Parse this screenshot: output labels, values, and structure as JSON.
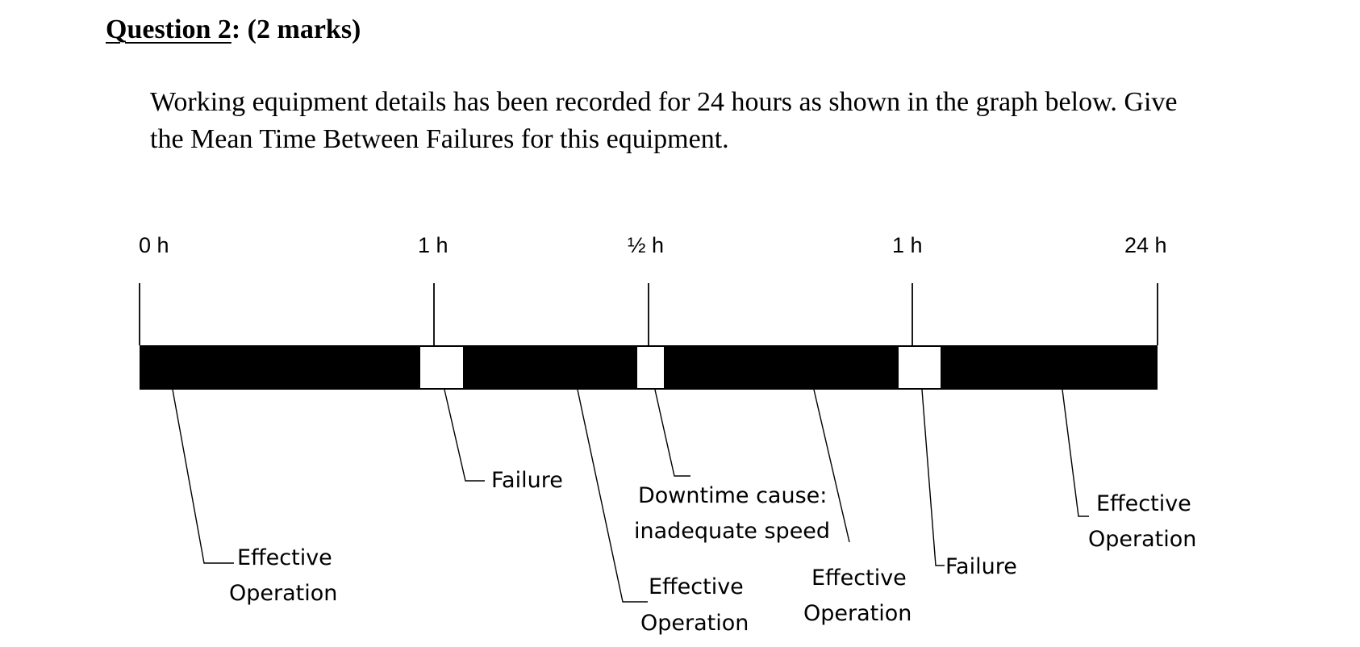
{
  "question": {
    "title_underlined": "Question 2",
    "title_rest": ": (2 marks)",
    "text_line1": "Working equipment details has been recorded for 24 hours as shown in the graph below. Give",
    "text_line2": "the Mean Time Between Failures for this equipment."
  },
  "timeline": {
    "ticks": [
      "0 h",
      "1 h",
      "½ h",
      "1 h",
      "24 h"
    ],
    "callouts": {
      "op1": [
        "Effective",
        "Operation"
      ],
      "failure1": "Failure",
      "op2": [
        "Effective",
        "Operation"
      ],
      "downtime": [
        "Downtime cause:",
        "inadequate speed"
      ],
      "op3": [
        "Effective",
        "Operation"
      ],
      "failure2": "Failure",
      "op4": [
        "Effective",
        "Operation"
      ]
    }
  }
}
